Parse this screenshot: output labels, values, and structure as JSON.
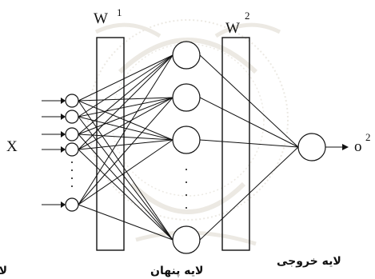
{
  "labels": {
    "input": "X",
    "output_base": "o",
    "output_sup": "2",
    "w1_base": "W",
    "w1_sup": "1",
    "w2_base": "W",
    "w2_sup": "2"
  },
  "layers": {
    "input": "لایه ورودی",
    "hidden": "لایه پنهان",
    "output": "لایه خروجی"
  },
  "colors": {
    "line": "#111111",
    "background": "#ffffff",
    "watermark": "#d8d4c8"
  },
  "watermark": "university seal (faded)"
}
